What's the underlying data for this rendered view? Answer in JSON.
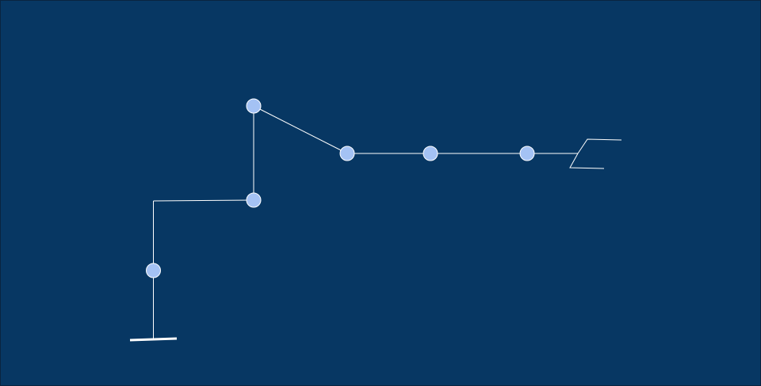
{
  "colors": {
    "background": "#073763",
    "line": "#ffffff",
    "joint_fill": "#a4c2f4",
    "joint_stroke": "#ffffff"
  },
  "diagram": {
    "type": "kinematic-chain",
    "joint_count": 6,
    "base": "ground-bar",
    "end_effector": "gripper"
  }
}
